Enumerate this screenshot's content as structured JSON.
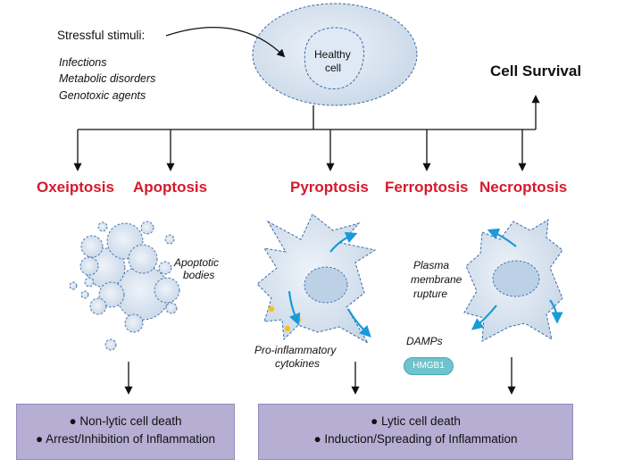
{
  "stimuli": {
    "title": "Stressful stimuli:",
    "items": [
      "Infections",
      "Metabolic disorders",
      "Genotoxic agents"
    ]
  },
  "healthy_cell": {
    "line1": "Healthy",
    "line2": "cell"
  },
  "cell_survival": "Cell Survival",
  "death_types": [
    "Oxeiptosis",
    "Apoptosis",
    "Pyroptosis",
    "Ferroptosis",
    "Necroptosis"
  ],
  "annotations": {
    "apoptotic_1": "Apoptotic",
    "apoptotic_2": "bodies",
    "plasma_1": "Plasma",
    "plasma_2": "membrane",
    "plasma_3": "rupture",
    "cytokines_1": "Pro-inflammatory",
    "cytokines_2": "cytokines",
    "damps": "DAMPs",
    "hmgb1": "HMGB1"
  },
  "outcomes": {
    "left": [
      "● Non-lytic cell death",
      "● Arrest/Inhibition of Inflammation"
    ],
    "right": [
      "● Lytic cell death",
      "● Induction/Spreading of Inflammation"
    ]
  },
  "colors": {
    "death_label": "#d7192a",
    "outcome_box": "#b6aed3",
    "cell_fill": "#d9e4f0",
    "arrow_blue": "#1a9ad9",
    "badge": "#6ec3cc"
  }
}
